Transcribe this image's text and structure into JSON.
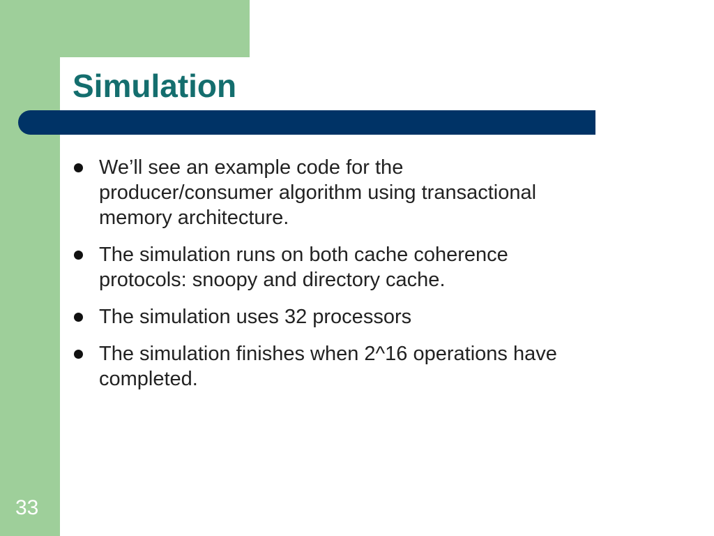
{
  "slide": {
    "title": "Simulation",
    "bullets": [
      {
        "lines": [
          "We’ll see an example code  for the",
          "producer/consumer algorithm using transactional",
          "memory architecture."
        ]
      },
      {
        "lines": [
          "The simulation runs on both cache coherence",
          "protocols: snoopy and directory cache."
        ]
      },
      {
        "lines": [
          "The simulation uses 32 processors"
        ]
      },
      {
        "lines": [
          "The simulation finishes when 2^16 operations have",
          "completed."
        ]
      }
    ],
    "page_number": "33"
  },
  "colors": {
    "accent_green": "#9ecf9a",
    "title_teal": "#146e6e",
    "bar_navy": "#003366",
    "text": "#222222"
  }
}
